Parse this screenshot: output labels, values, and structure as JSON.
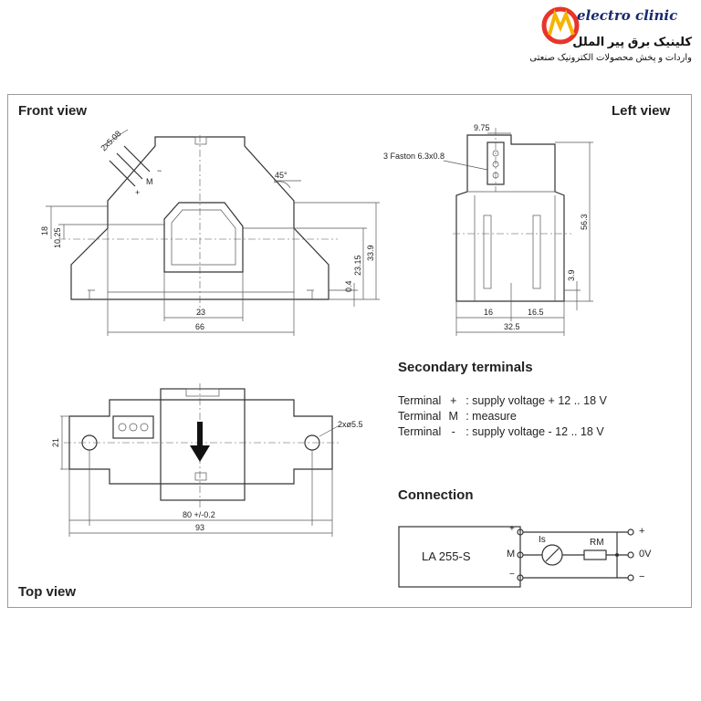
{
  "logo": {
    "brand": "electro clinic",
    "fa_title": "کلینیک برق پیر الملل",
    "fa_subtitle": "واردات و پخش محصولات الکترونیک صنعتی",
    "colors": {
      "accent_red": "#e8342a",
      "accent_yellow": "#f5b400",
      "navy": "#1a2a6c"
    }
  },
  "views": {
    "front": "Front view",
    "left": "Left view",
    "top": "Top view"
  },
  "front_dims": {
    "pitch": "2x5.08",
    "plus": "+",
    "m": "M",
    "minus": "−",
    "angle": "45°",
    "d18": "18",
    "d1025": "10.25",
    "d339": "33.9",
    "d2315": "23.15",
    "d04": "0.4",
    "d23": "23",
    "d66": "66"
  },
  "left_dims": {
    "d975": "9.75",
    "faston": "3 Faston 6.3x0.8",
    "d563": "56.3",
    "d39": "3.9",
    "d16": "16",
    "d165": "16.5",
    "d325": "32.5"
  },
  "top_dims": {
    "d21": "21",
    "hole": "2xø5.5",
    "d80": "80 +/-0.2",
    "d93": "93"
  },
  "secondary": {
    "heading": "Secondary terminals",
    "rows": [
      {
        "name": "Terminal",
        "sym": "+",
        "desc": ": supply voltage + 12 .. 18 V"
      },
      {
        "name": "Terminal",
        "sym": "M",
        "desc": ": measure"
      },
      {
        "name": "Terminal",
        "sym": "-",
        "desc": ": supply voltage - 12 .. 18 V"
      }
    ]
  },
  "connection": {
    "heading": "Connection",
    "device": "LA 255-S",
    "pin_plus": "+",
    "pin_m": "M",
    "pin_minus": "−",
    "is": "Is",
    "rm": "RM",
    "out_plus": "+",
    "out_0v": "0V",
    "out_minus": "−"
  }
}
